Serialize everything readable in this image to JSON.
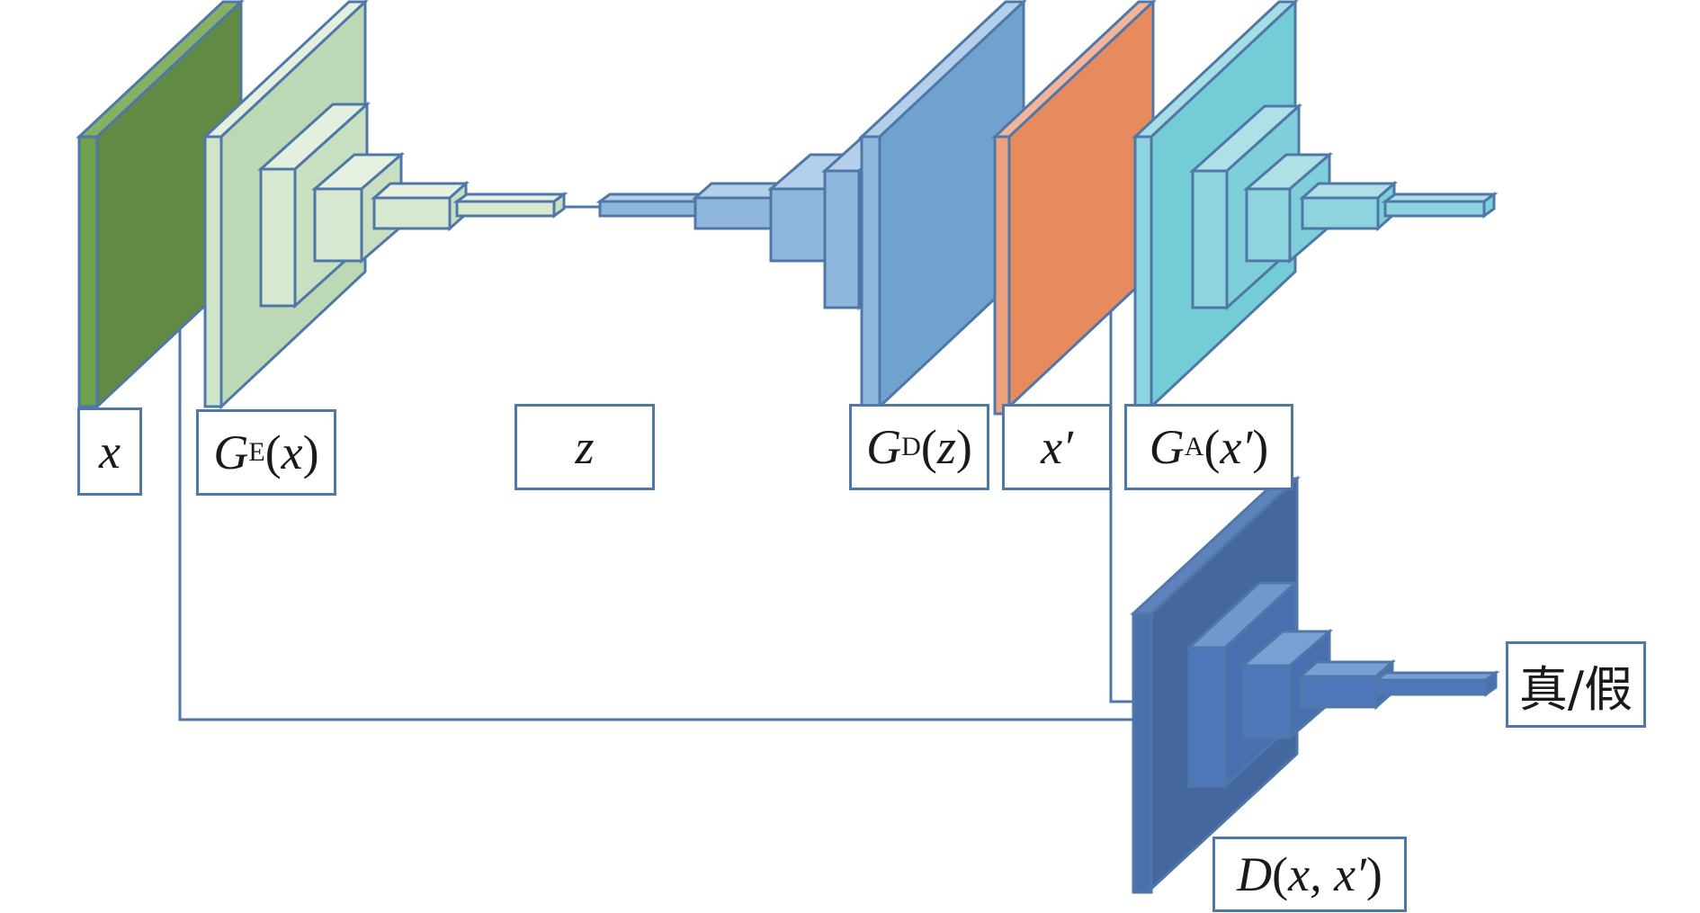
{
  "colors": {
    "stroke": "#4f78a8",
    "input_x": "#638a45",
    "encoder": "#bcd8b4",
    "decoder_blue": "#6fa2cf",
    "generated_orange": "#e78a5e",
    "second_encoder_cyan": "#74ccd6",
    "discriminator": "#4567a0"
  },
  "blocks": {
    "input": {
      "name": "x"
    },
    "encoder": {
      "name": "G",
      "sub": "E",
      "arg": "x"
    },
    "latent": {
      "name": "z"
    },
    "decoder": {
      "name": "G",
      "sub": "D",
      "arg": "z"
    },
    "generated": {
      "name": "x′"
    },
    "reencoder": {
      "name": "G",
      "sub": "A",
      "arg": "x′"
    },
    "discriminator": {
      "name": "D",
      "args": "x, x′"
    },
    "output": {
      "text": "真/假"
    }
  }
}
